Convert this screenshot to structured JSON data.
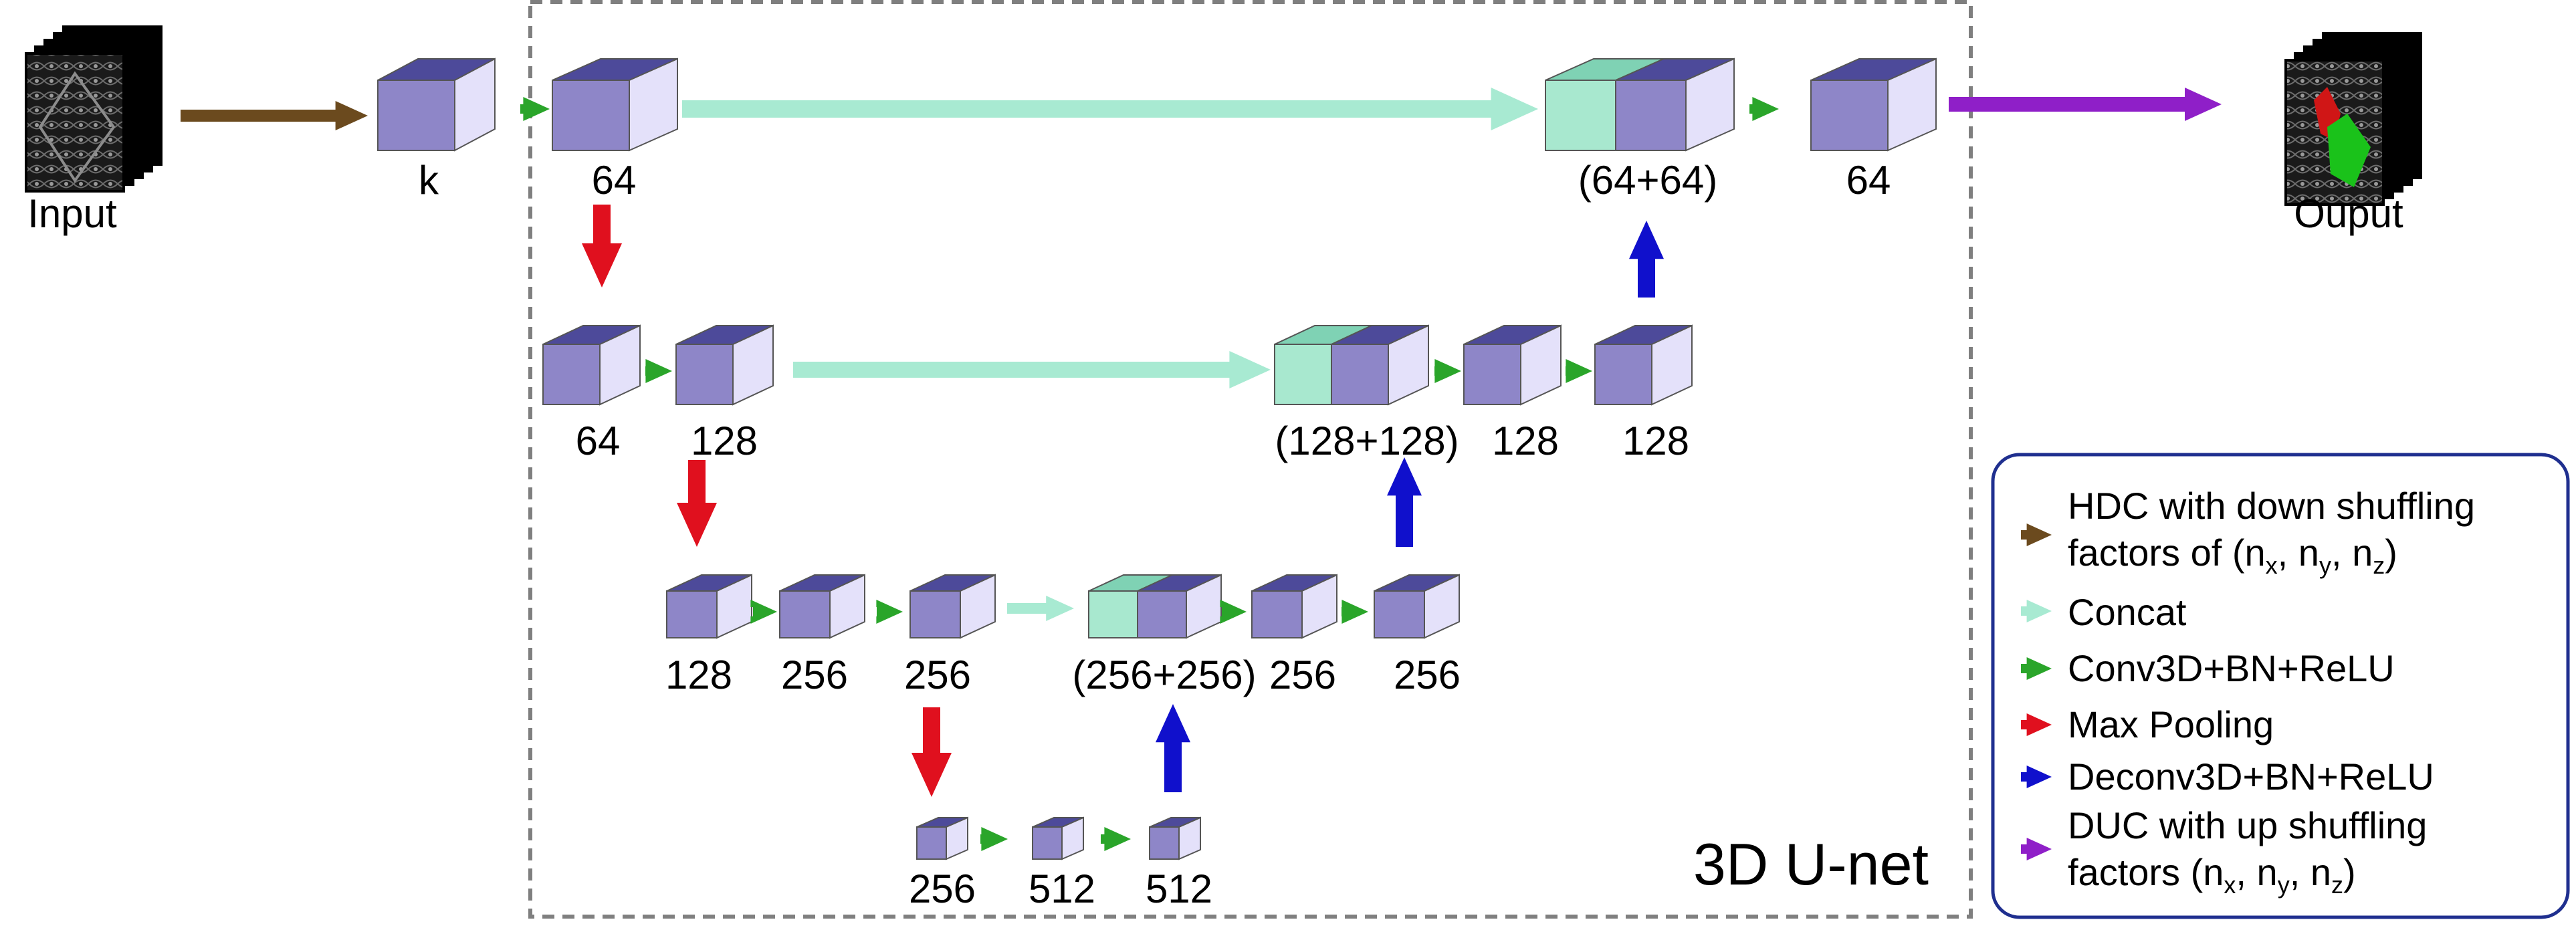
{
  "colors": {
    "cube_front": "#8e86c8",
    "cube_side": "#e4e1fa",
    "cube_top": "#4d4a9a",
    "concat_front": "#a8e8cf",
    "concat_side": "#dcf6ec",
    "concat_top": "#7fd2b4",
    "arrow_hdc": "#6b4a1e",
    "arrow_concat": "#a8ead2",
    "arrow_conv": "#2aa52a",
    "arrow_pool": "#e0101e",
    "arrow_deconv": "#1010cc",
    "arrow_duc": "#8f1fc8",
    "frame": "#7f7f7f",
    "legend_border": "#1f2f8f"
  },
  "io": {
    "input_label": "Input",
    "output_label": "Ouput"
  },
  "labels": {
    "k": "k",
    "l1_in": "64",
    "l1_concat": "(64+64)",
    "l1_out": "64",
    "l2_a": "64",
    "l2_b": "128",
    "l2_concat": "(128+128)",
    "l2_c": "128",
    "l2_d": "128",
    "l3_a": "128",
    "l3_b": "256",
    "l3_c": "256",
    "l3_concat": "(256+256)",
    "l3_d": "256",
    "l3_e": "256",
    "l4_a": "256",
    "l4_b": "512",
    "l4_c": "512"
  },
  "network_title": "3D U-net",
  "legend": {
    "hdc_line1": "HDC with down shuffling",
    "hdc_line2_prefix": "factors of (n",
    "concat": "Concat",
    "conv": "Conv3D+BN+ReLU",
    "pool": "Max Pooling",
    "deconv": "Deconv3D+BN+ReLU",
    "duc_line1": "DUC with up shuffling",
    "duc_line2_prefix": "factors (n",
    "sub_x": "x",
    "sub_y": "y",
    "sub_z": "z",
    "comma": ", ",
    "close": ")"
  }
}
